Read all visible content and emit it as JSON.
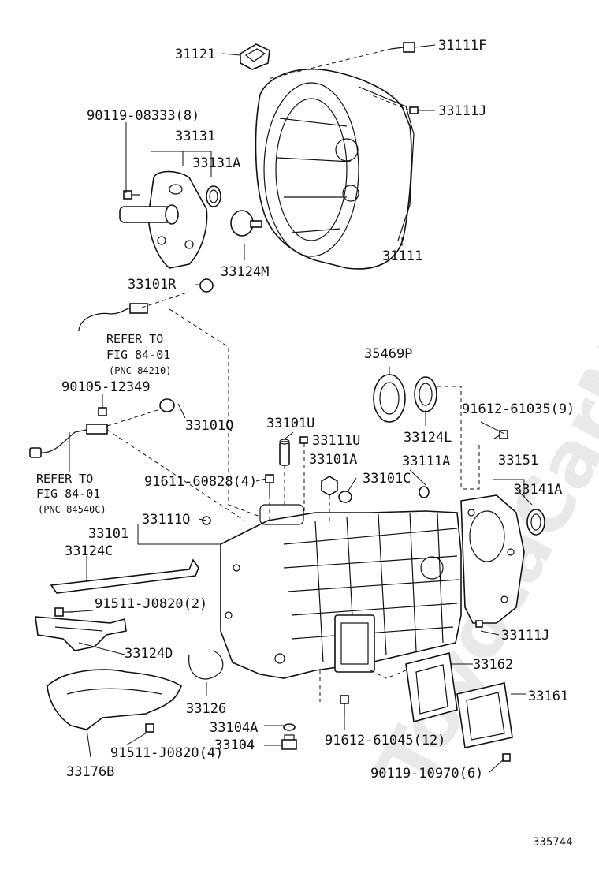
{
  "watermark": "ToyotaCarMine.ru",
  "figure_number": "335744",
  "labels": {
    "p31121": "31121",
    "p31111F": "31111F",
    "p31111J_top": "33111J",
    "p90119_08333": "90119-08333(8)",
    "p33131": "33131",
    "p33131A": "33131A",
    "p31111": "31111",
    "p33124M": "33124M",
    "p33101R": "33101R",
    "p35469P": "35469P",
    "p90105_12349": "90105-12349",
    "p33101Q": "33101Q",
    "p91612_61035": "91612-61035(9)",
    "p33124L": "33124L",
    "p33101U": "33101U",
    "p33111U": "33111U",
    "p33101A": "33101A",
    "p33111A": "33111A",
    "p33151": "33151",
    "p91611_60828": "91611-60828(4)",
    "p33101C": "33101C",
    "p33141A": "33141A",
    "p33101": "33101",
    "p33111Q": "33111Q",
    "p33124C": "33124C",
    "p91511_J0820_a": "91511-J0820(2)",
    "p33111J_bottom": "33111J",
    "p33124D": "33124D",
    "p33162": "33162",
    "p33161": "33161",
    "p33126": "33126",
    "p33104A": "33104A",
    "p33104": "33104",
    "p91612_61045": "91612-61045(12)",
    "p91511_J0820_b": "91511-J0820(4)",
    "p90119_10970": "90119-10970(6)",
    "p33176B": "33176B"
  },
  "refs": {
    "ref1_line1": "REFER TO",
    "ref1_line2": "FIG 84-01",
    "ref1_line3": "(PNC 84210)",
    "ref2_line1": "REFER TO",
    "ref2_line2": "FIG 84-01",
    "ref2_line3": "(PNC 84540C)"
  }
}
